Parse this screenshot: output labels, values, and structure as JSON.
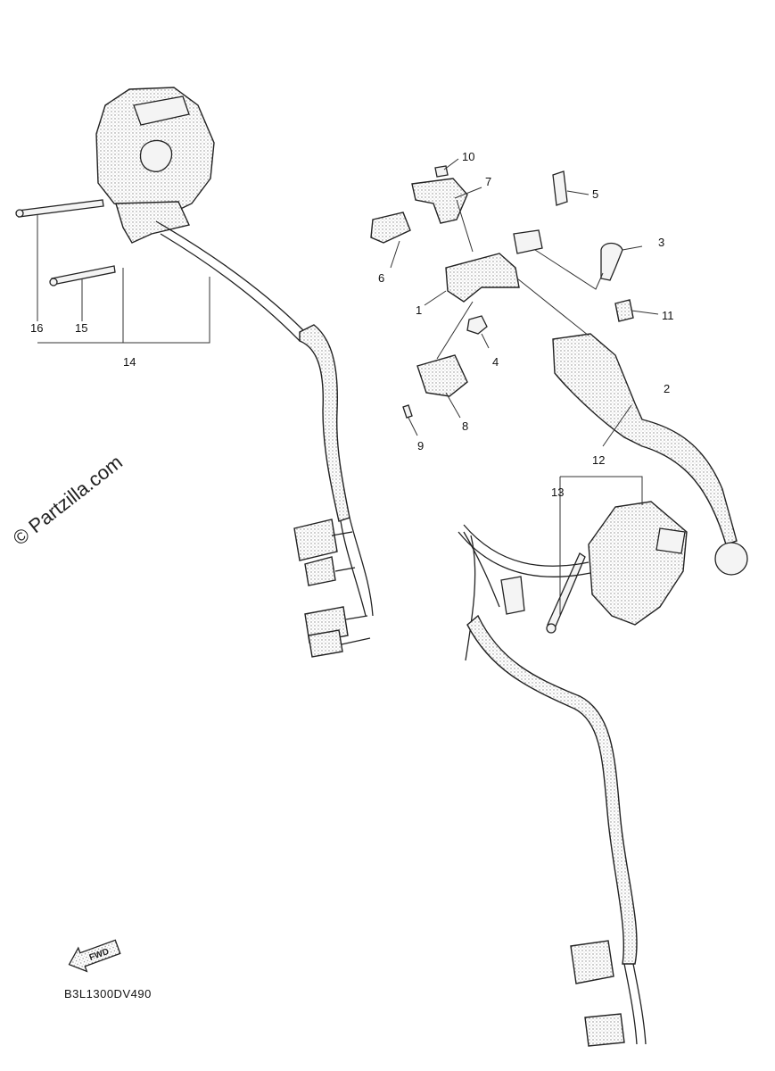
{
  "diagram": {
    "watermark": "© Partzilla.com",
    "drawing_code": "B3L1300DV490",
    "fwd_label": "FWD",
    "callouts": [
      "1",
      "2",
      "3",
      "4",
      "5",
      "6",
      "7",
      "8",
      "9",
      "10",
      "11",
      "12",
      "13",
      "14",
      "15",
      "16"
    ]
  }
}
